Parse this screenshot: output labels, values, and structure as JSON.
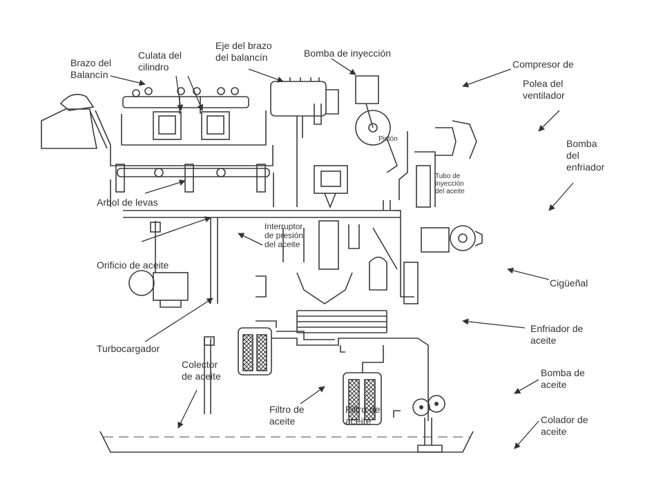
{
  "labels": {
    "brazo_balancin": "Brazo del\nBalancín",
    "culata": "Culata del\ncilindro",
    "eje_brazo": "Eje del brazo\ndel balancín",
    "bomba_inyeccion": "Bomba de inyección",
    "compresor": "Compresor de",
    "polea": "Polea del\nventilador",
    "bomba_enfriador": "Bomba\ndel\nenfriador",
    "piston": "Pistón",
    "tubo_inyeccion": "Tubo de\ninyección\ndel aceite",
    "arbol_levas": "Arbol de levas",
    "interruptor": "Interruptor\nde presión\ndel aceite",
    "orificio": "Orificio de aceite",
    "ciguenal": "Cigüeñal",
    "enfriador_aceite": "Enfriador de\naceite",
    "turbocargador": "Turbocargador",
    "colector": "Colector\nde aceite",
    "bomba_aceite": "Bomba de\naceite",
    "filtro_1": "Filtro de\naceite",
    "filtro_2": "Filtro de\naceite",
    "colador": "Colador de\naceite"
  },
  "colors": {
    "ink": "#3a3a3a",
    "background": "#ffffff"
  }
}
